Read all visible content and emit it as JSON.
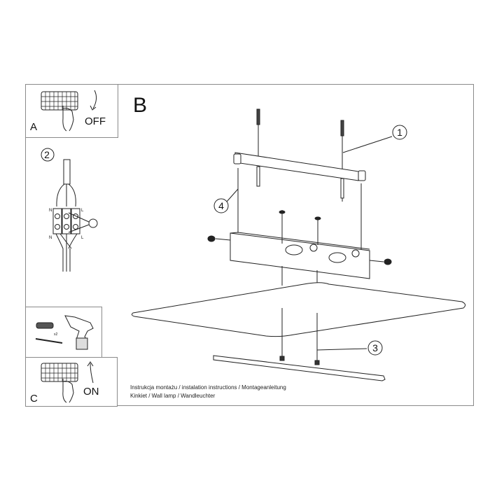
{
  "document": {
    "type": "installation diagram",
    "caption_line1": "Instrukcja montażu / instalation instructions / Montageanleitung",
    "caption_line2": "Kinkiet / Wall lamp / Wandleuchter"
  },
  "panels": {
    "a": {
      "letter": "A",
      "action": "OFF",
      "icon": "circuit-breaker-off-icon"
    },
    "b": {
      "letter": "B"
    },
    "wiring": {
      "step": "2",
      "labels": {
        "n_top": "N",
        "l_top": "L",
        "n_bottom": "N",
        "l_bottom": "L"
      },
      "icon": "ground-symbol-icon"
    },
    "drill": {
      "quantity": "x2",
      "icon": "drill-icon"
    },
    "c": {
      "letter": "C",
      "action": "ON",
      "icon": "circuit-breaker-on-icon"
    }
  },
  "callouts": [
    {
      "number": "1",
      "part": "mounting bracket with screws"
    },
    {
      "number": "2",
      "part": "wiring"
    },
    {
      "number": "3",
      "part": "diffuser/cover bar"
    },
    {
      "number": "4",
      "part": "lamp body housing"
    }
  ]
}
